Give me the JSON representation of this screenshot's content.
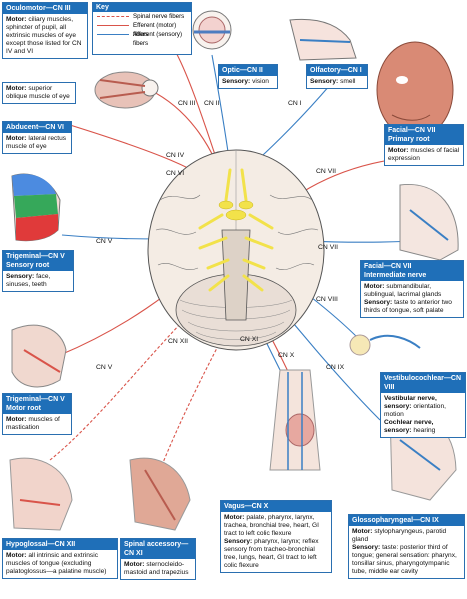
{
  "key": {
    "title": "Key",
    "items": [
      {
        "label": "Spinal nerve fibers",
        "color": "#d9544a",
        "style": "dashed"
      },
      {
        "label": "Efferent (motor) fibers",
        "color": "#d9544a",
        "style": "solid"
      },
      {
        "label": "Afferent (sensory) fibers",
        "color": "#3a7fc4",
        "style": "solid"
      }
    ]
  },
  "colors": {
    "header": "#1f6fb8",
    "motor": "#d9544a",
    "sensory": "#3a7fc4",
    "nerve": "#f2e24a"
  },
  "boxes": {
    "oculomotor": {
      "title": "Oculomotor—CN III",
      "motor_label": "Motor:",
      "motor": "ciliary muscles, sphincter of pupil, all extrinsic muscles of eye except those listed for CN IV and VI"
    },
    "trochlear": {
      "motor_label": "Motor:",
      "motor": "superior oblique muscle of eye"
    },
    "abducent": {
      "title": "Abducent—CN VI",
      "motor_label": "Motor:",
      "motor": "lateral rectus muscle of eye"
    },
    "optic": {
      "title": "Optic—CN II",
      "sensory_label": "Sensory:",
      "sensory": "vision"
    },
    "olfactory": {
      "title": "Olfactory—CN I",
      "sensory_label": "Sensory:",
      "sensory": "smell"
    },
    "facial_primary": {
      "title": "Facial—CN VII",
      "subtitle": "Primary root",
      "motor_label": "Motor:",
      "motor": "muscles of facial expression"
    },
    "trigeminal_sensory": {
      "title": "Trigeminal—CN V",
      "subtitle": "Sensory root",
      "sensory_label": "Sensory:",
      "sensory": "face, sinuses, teeth"
    },
    "facial_intermediate": {
      "title": "Facial—CN VII",
      "subtitle": "Intermediate nerve",
      "motor_label": "Motor:",
      "motor": "submandibular, sublingual, lacrimal glands",
      "sensory_label": "Sensory:",
      "sensory": "taste to anterior two thirds of tongue, soft palate"
    },
    "trigeminal_motor": {
      "title": "Trigeminal—CN V",
      "subtitle": "Motor root",
      "motor_label": "Motor:",
      "motor": "muscles of mastication"
    },
    "vestibulocochlear": {
      "title": "Vestibulocochlear—CN VIII",
      "vest_label": "Vestibular nerve, sensory:",
      "vest": "orientation, motion",
      "coch_label": "Cochlear nerve, sensory:",
      "coch": "hearing"
    },
    "hypoglossal": {
      "title": "Hypoglossal—CN XII",
      "motor_label": "Motor:",
      "motor": "all intrinsic and extrinsic muscles of tongue (excluding palatoglossus—a palatine muscle)"
    },
    "accessory": {
      "title": "Spinal accessory—CN XI",
      "motor_label": "Motor:",
      "motor": "sternocleido-mastoid and trapezius"
    },
    "vagus": {
      "title": "Vagus—CN X",
      "motor_label": "Motor:",
      "motor": "palate, pharynx, larynx, trachea, bronchial tree, heart, GI tract to left colic flexure",
      "sensory_label": "Sensory:",
      "sensory": "pharynx, larynx; reflex sensory from tracheo-bronchial tree, lungs, heart, GI tract to left colic flexure"
    },
    "glossopharyngeal": {
      "title": "Glossopharyngeal—CN IX",
      "motor_label": "Motor:",
      "motor": "stylopharyngeus, parotid gland",
      "sensory_label": "Sensory:",
      "sensory": "taste: posterior third of tongue; general sensation: pharynx, tonsillar sinus, pharyngotympanic tube, middle ear cavity"
    }
  },
  "labels": {
    "cn3": "CN III",
    "cn2": "CN II",
    "cn1": "CN I",
    "cn4": "CN IV",
    "cn6": "CN VI",
    "cn7a": "CN VII",
    "cn5a": "CN V",
    "cn7b": "CN VII",
    "cn8": "CN VIII",
    "cn5b": "CN V",
    "cn12": "CN XII",
    "cn11": "CN XI",
    "cn10": "CN X",
    "cn9": "CN IX"
  }
}
